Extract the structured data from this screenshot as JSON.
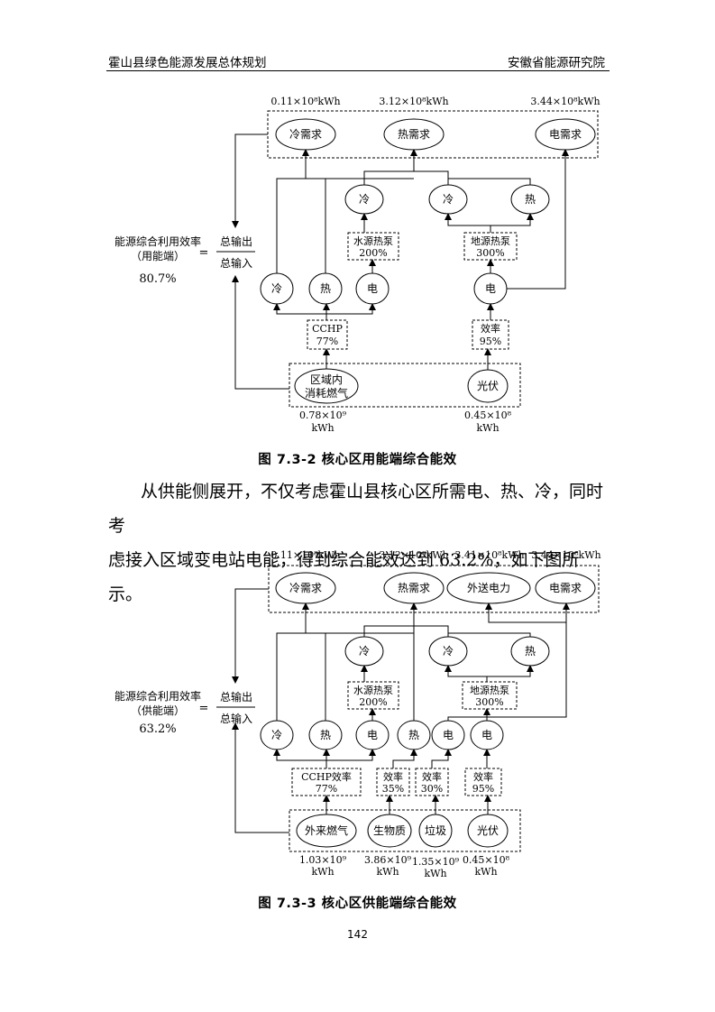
{
  "header": {
    "left": "霍山县绿色能源发展总体规划",
    "right": "安徽省能源研究院"
  },
  "fig1": {
    "caption": "图 7.3-2    核心区用能端综合能效",
    "top_values": [
      "0.11×10⁸kWh",
      "3.12×10⁸kWh",
      "3.44×10⁸kWh"
    ],
    "demand": {
      "cold": "冷需求",
      "heat": "热需求",
      "elec": "电需求"
    },
    "outputs": {
      "cold1": "冷",
      "cold2": "冷",
      "heat": "热"
    },
    "pumps": {
      "water_name": "水源热泵",
      "water_eff": "200%",
      "ground_name": "地源热泵",
      "ground_eff": "300%"
    },
    "gen": {
      "cold": "冷",
      "heat": "热",
      "elec1": "电",
      "elec2": "电"
    },
    "conv": {
      "cchp_name": "CCHP",
      "cchp_eff": "77%",
      "pv_name": "效率",
      "pv_eff": "95%"
    },
    "sources": {
      "gas_line1": "区域内",
      "gas_line2": "消耗燃气",
      "pv": "光伏"
    },
    "inputs": {
      "gas_val": "0.78×10⁹",
      "gas_unit": "kWh",
      "pv_val": "0.45×10⁸",
      "pv_unit": "kWh"
    },
    "eff_label_line1": "能源综合利用效率",
    "eff_label_line2": "（用能端）",
    "eq": "=",
    "frac_num": "总输出",
    "frac_den": "总输入",
    "eff_value": "80.7%"
  },
  "paragraph": {
    "line1": "从供能侧展开，不仅考虑霍山县核心区所需电、热、冷，同时考",
    "line2": "虑接入区域变电站电能，得到综合能效达到 63.2%，如下图所示。"
  },
  "fig2": {
    "caption": "图 7.3-3    核心区供能端综合能效",
    "top_values": [
      "0.11×10⁸kWh",
      "3.12×10⁸kWh",
      "3.41×10⁸kWh",
      "3.44×10⁸kWh"
    ],
    "demand": {
      "cold": "冷需求",
      "heat": "热需求",
      "export": "外送电力",
      "elec": "电需求"
    },
    "outputs": {
      "cold1": "冷",
      "cold2": "冷",
      "heat": "热"
    },
    "pumps": {
      "water_name": "水源热泵",
      "water_eff": "200%",
      "ground_name": "地源热泵",
      "ground_eff": "300%"
    },
    "gen": {
      "cold": "冷",
      "heat1": "热",
      "elec1": "电",
      "heat2": "热",
      "elec2": "电",
      "elec3": "电"
    },
    "conv": {
      "cchp_name": "CCHP效率",
      "cchp_eff": "77%",
      "bio_name": "效率",
      "bio_eff": "35%",
      "waste_name": "效率",
      "waste_eff": "30%",
      "pv_name": "效率",
      "pv_eff": "95%"
    },
    "sources": {
      "gas": "外来燃气",
      "bio": "生物质",
      "waste": "垃圾",
      "pv": "光伏"
    },
    "inputs": {
      "gas_val": "1.03×10⁹",
      "gas_unit": "kWh",
      "bio_val": "3.86×10⁹",
      "bio_unit": "kWh",
      "waste_val": "1.35×10⁹",
      "waste_unit": "kWh",
      "pv_val": "0.45×10⁸",
      "pv_unit": "kWh"
    },
    "eff_label_line1": "能源综合利用效率",
    "eff_label_line2": "（供能端）",
    "eq": "=",
    "frac_num": "总输出",
    "frac_den": "总输入",
    "eff_value": "63.2%"
  },
  "page_number": "142"
}
